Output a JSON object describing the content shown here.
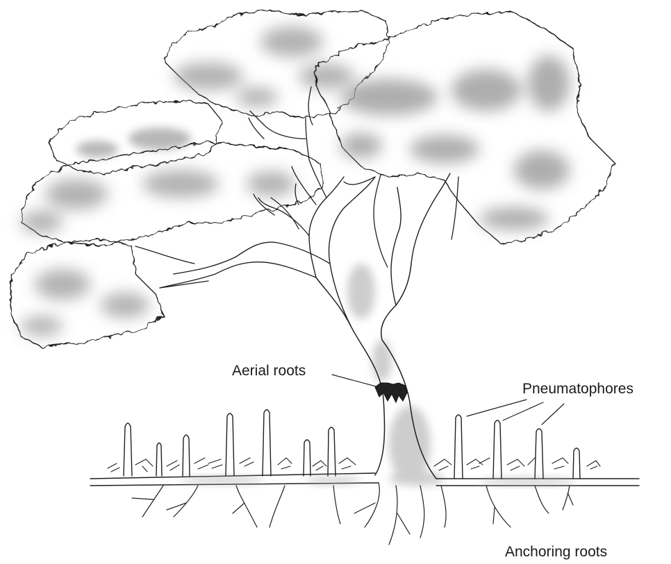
{
  "labels": {
    "aerial_roots": "Aerial roots",
    "pneumatophores": "Pneumatophores",
    "anchoring_roots": "Anchoring roots"
  },
  "colors": {
    "ink": "#1f1f1f",
    "shade": "#9a9a9a",
    "background": "#ffffff"
  }
}
